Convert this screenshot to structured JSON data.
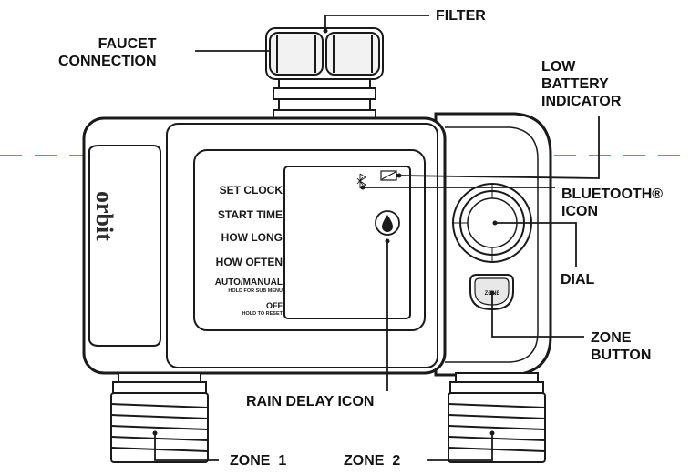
{
  "labels": {
    "filter": "FILTER",
    "faucet_connection": "FAUCET\nCONNECTION",
    "low_battery_indicator": "LOW\nBATTERY\nINDICATOR",
    "bluetooth_icon": "BLUETOOTH®\nICON",
    "dial": "DIAL",
    "zone_button": "ZONE\nBUTTON",
    "rain_delay_icon": "RAIN DELAY ICON",
    "zone_1": "ZONE  1",
    "zone_2": "ZONE  2"
  },
  "lcd": {
    "set_clock": "SET CLOCK",
    "start_time": "START TIME",
    "how_long": "HOW LONG",
    "how_often": "HOW OFTEN",
    "auto_manual": "AUTO/MANUAL",
    "auto_manual_sub": "HOLD FOR SUB MENU",
    "off": "OFF",
    "off_sub": "HOLD TO RESET"
  },
  "device": {
    "brand": "orbit",
    "zone_button_text": "ZONE"
  },
  "colors": {
    "outline": "#1a1a1a",
    "body_fill": "#ffffff",
    "accent_dashed_line": "#d9302c"
  }
}
